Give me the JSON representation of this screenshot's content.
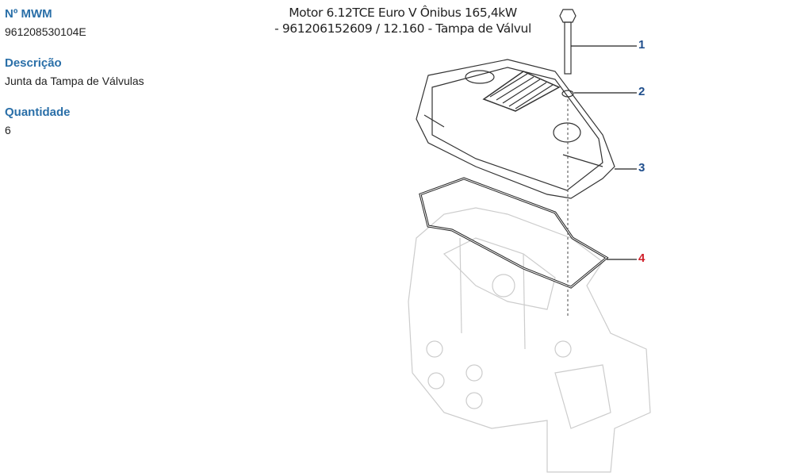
{
  "part": {
    "number_label": "Nº MWM",
    "number_value": "961208530104E",
    "description_label": "Descrição",
    "description_value": "Junta da Tampa de Válvulas",
    "quantity_label": "Quantidade",
    "quantity_value": "6"
  },
  "diagram": {
    "title_line1": "Motor 6.12TCE Euro V Ônibus 165,4kW",
    "title_line2": "- 961206152609  /  12.160 - Tampa de Válvul",
    "callouts": [
      {
        "label": "1",
        "color": "#1f4e8c"
      },
      {
        "label": "2",
        "color": "#1f4e8c"
      },
      {
        "label": "3",
        "color": "#1f4e8c"
      },
      {
        "label": "4",
        "color": "#d0202a"
      }
    ]
  }
}
